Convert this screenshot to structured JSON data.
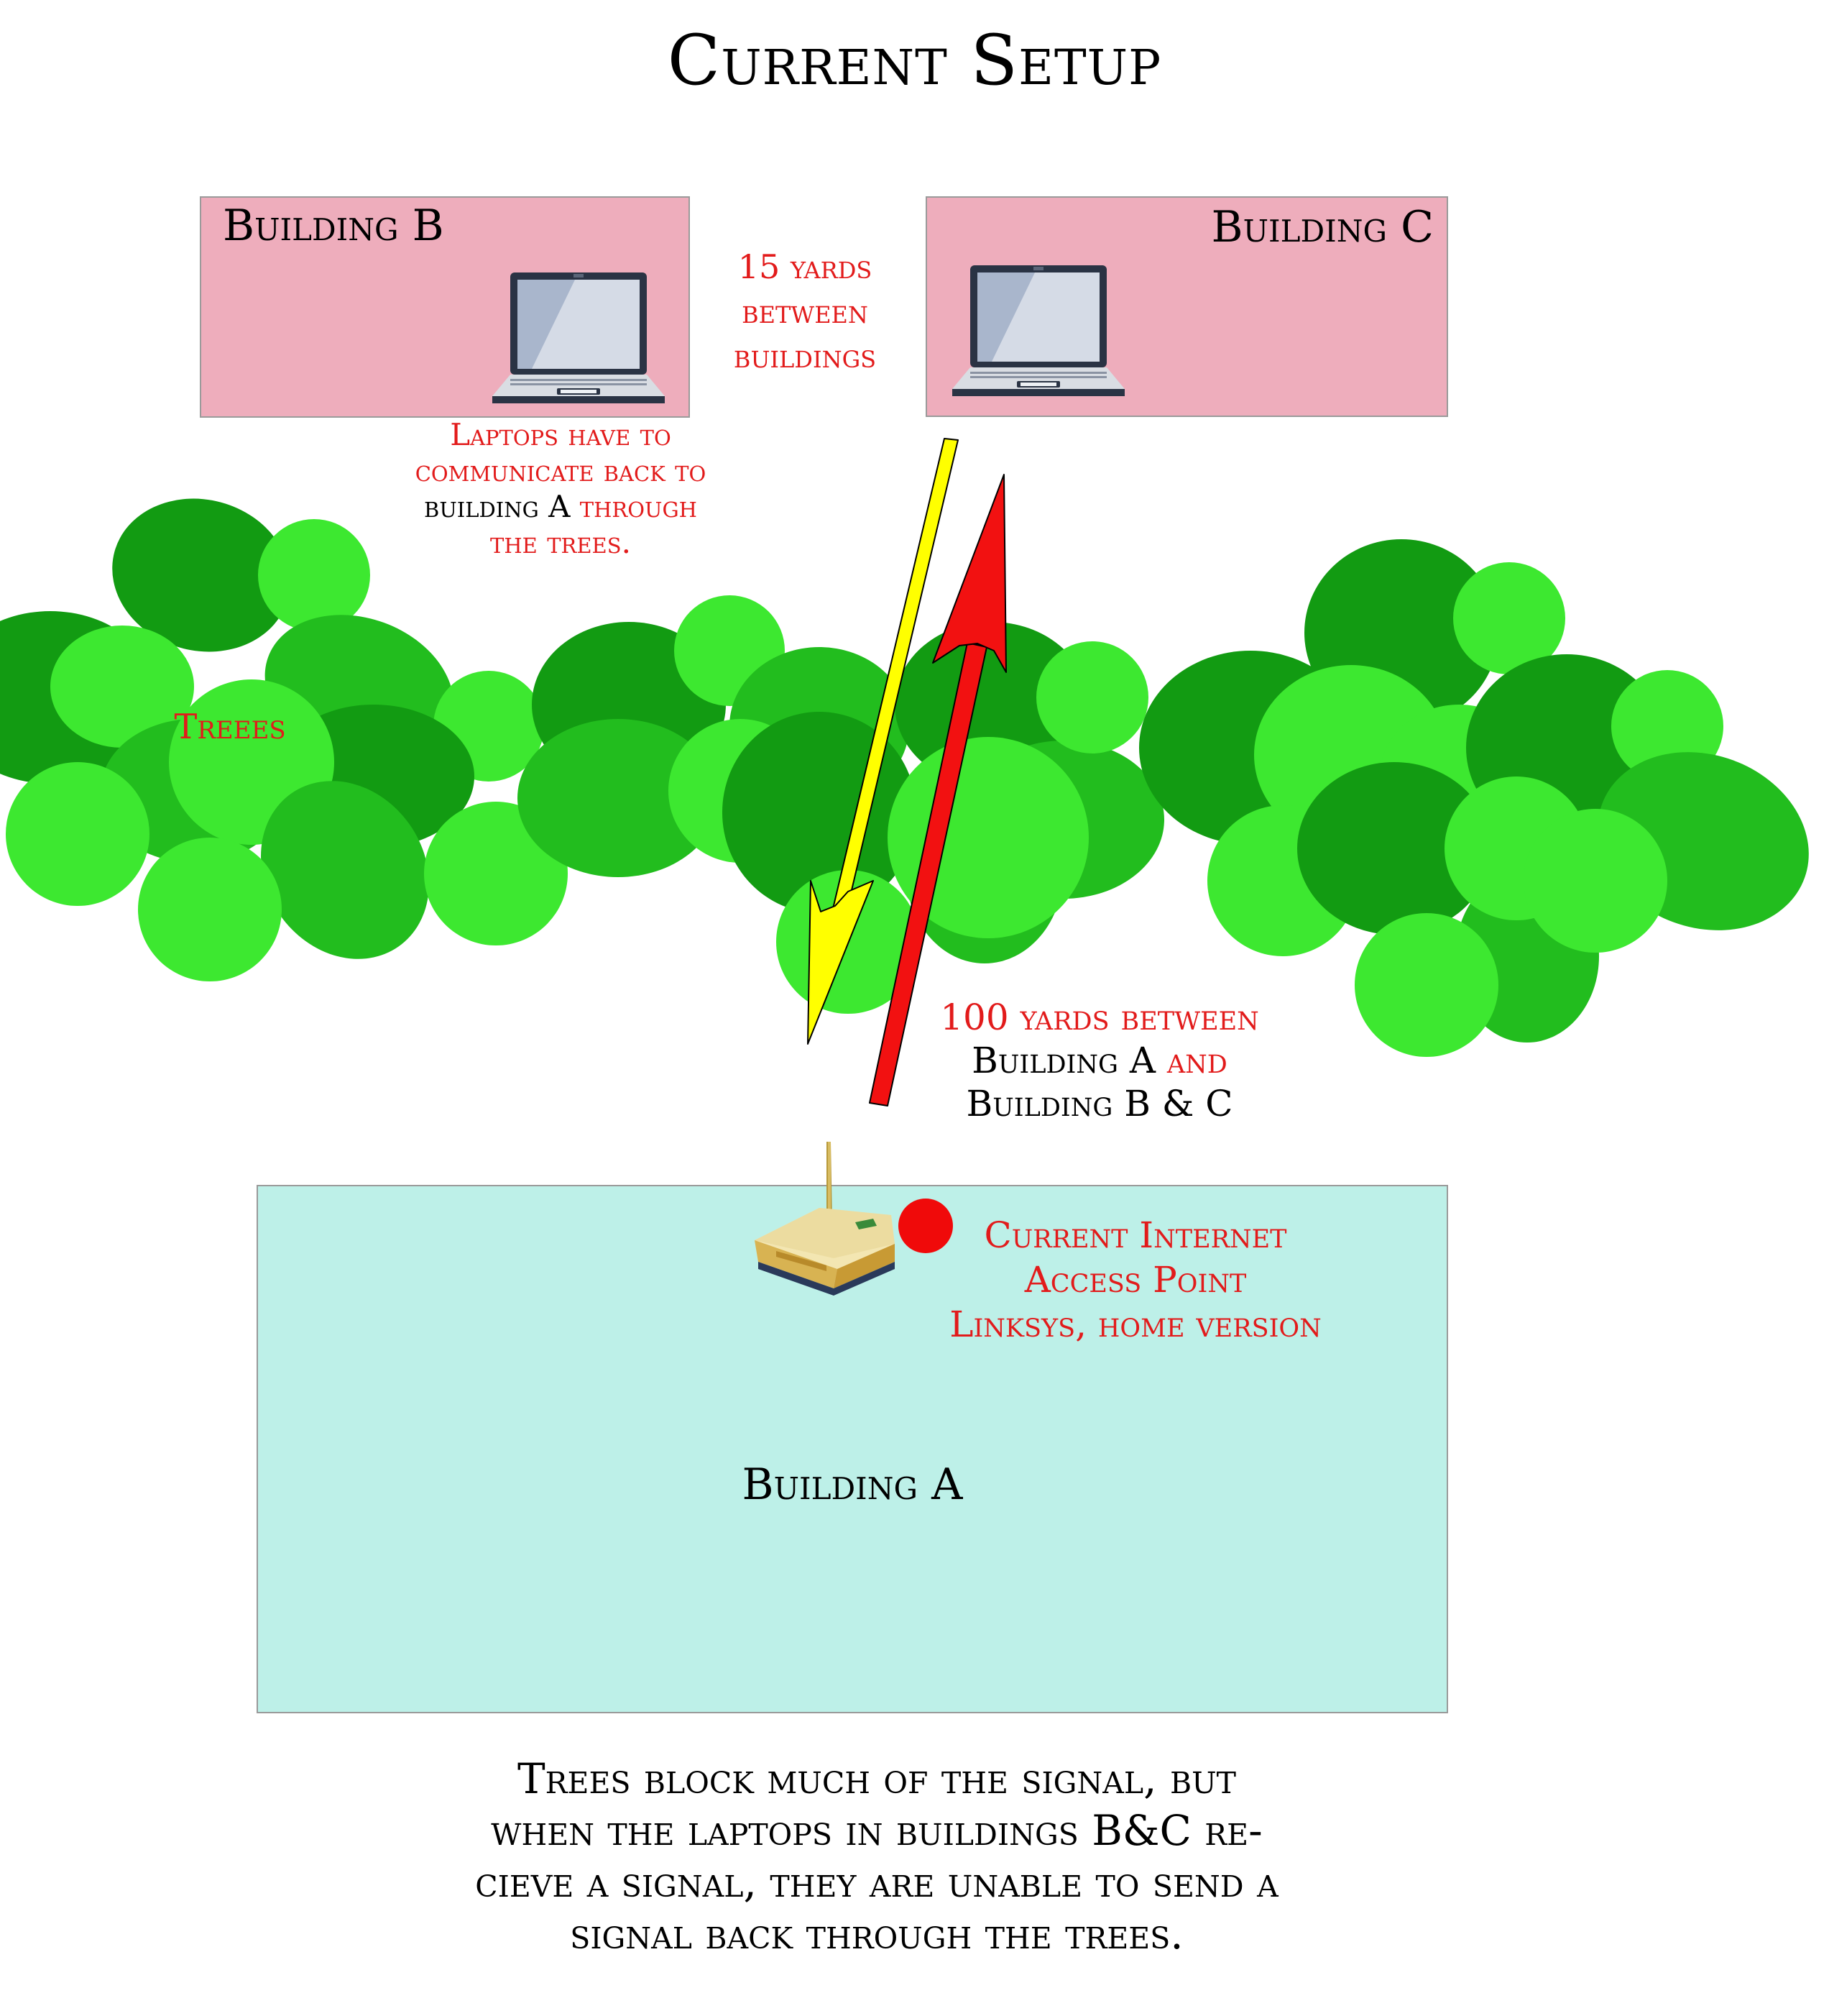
{
  "title": "Current Setup",
  "buildings": {
    "b": {
      "label": "Building B"
    },
    "c": {
      "label": "Building C"
    },
    "a": {
      "label": "Building A"
    }
  },
  "notes": {
    "between_bc": [
      "15 yards",
      "between",
      "buildings"
    ],
    "laptops": {
      "line1": "Laptops have to",
      "line2": "communicate back to",
      "line3_black": "building A",
      "line3_red": " through",
      "line4": "the trees."
    },
    "trees": "Treees",
    "distance_a": {
      "line1": "100 yards between",
      "line2_black": "Building A ",
      "line2_red": "and",
      "line3": "Building B & C"
    },
    "access_point": [
      "Current Internet",
      "Access Point",
      "Linksys, home version"
    ]
  },
  "footer": [
    "Trees block much of the signal, but",
    "when the laptops in buildings B&C re-",
    "cieve a signal, they are unable to send a",
    "signal back through the trees."
  ],
  "colors": {
    "building_bc": "#eeadbc",
    "building_a": "#bdf0e8",
    "annotation": "#e21b1b",
    "tree_dark": "#129b12",
    "tree_mid": "#22bd1e",
    "tree_light": "#3de830",
    "arrow_down": "#ffff00",
    "arrow_up": "#f21111",
    "access_point_dot": "#f00a0a"
  },
  "icons": {
    "laptop": "laptop-icon",
    "router": "router-icon",
    "dot": "access-point-dot"
  }
}
